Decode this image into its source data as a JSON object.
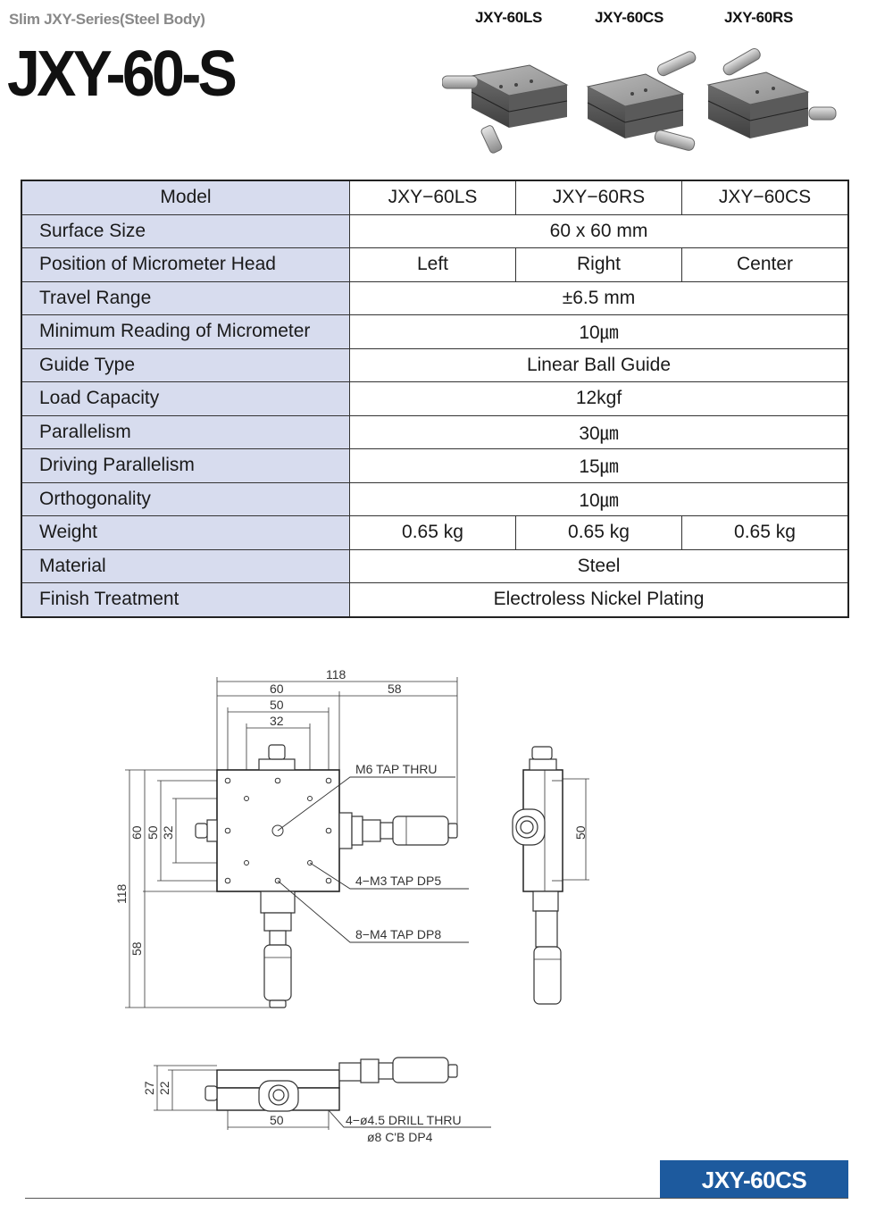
{
  "header": {
    "series": "Slim JXY-Series(Steel Body)",
    "model_title": "JXY-60-S",
    "photo_labels": [
      "JXY-60LS",
      "JXY-60CS",
      "JXY-60RS"
    ]
  },
  "spec_table": {
    "header": [
      "Model",
      "JXY−60LS",
      "JXY−60RS",
      "JXY−60CS"
    ],
    "rows": [
      {
        "label": "Surface Size",
        "value": "60 x 60 mm"
      },
      {
        "label": "Position of Micrometer Head",
        "values": [
          "Left",
          "Right",
          "Center"
        ]
      },
      {
        "label": "Travel Range",
        "value": "±6.5 mm"
      },
      {
        "label": "Minimum Reading of Micrometer",
        "value": "10㎛"
      },
      {
        "label": "Guide Type",
        "value": "Linear Ball Guide"
      },
      {
        "label": "Load Capacity",
        "value": "12kgf"
      },
      {
        "label": "Parallelism",
        "value": "30㎛"
      },
      {
        "label": "Driving Parallelism",
        "value": "15㎛"
      },
      {
        "label": "Orthogonality",
        "value": "10㎛"
      },
      {
        "label": "Weight",
        "values": [
          "0.65 kg",
          "0.65 kg",
          "0.65 kg"
        ]
      },
      {
        "label": "Material",
        "value": "Steel"
      },
      {
        "label": "Finish Treatment",
        "value": "Electroless Nickel Plating"
      }
    ]
  },
  "drawing": {
    "dims_top": [
      "118",
      "60",
      "58",
      "50",
      "32"
    ],
    "dims_left": [
      "60",
      "50",
      "32",
      "118",
      "58"
    ],
    "dim_side": "50",
    "dims_front_height": [
      "27",
      "22"
    ],
    "dim_front_width": "50",
    "callouts": [
      "M6  TAP  THRU",
      "4−M3  TAP  DP5",
      "8−M4  TAP  DP8",
      "4−ø4.5  DRILL  THRU",
      "ø8  C'B  DP4"
    ]
  },
  "footer": {
    "label": "JXY-60CS"
  }
}
